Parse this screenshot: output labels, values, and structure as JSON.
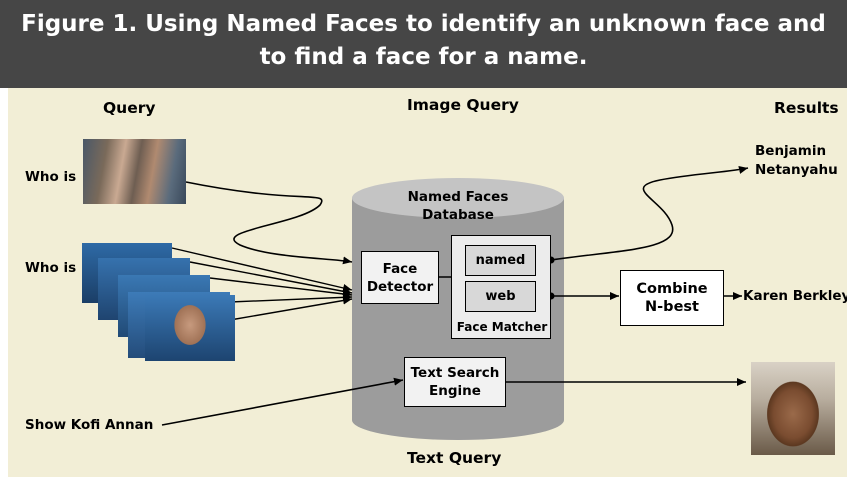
{
  "title": {
    "line1": "Figure 1.  Using Named Faces to identify an unknown face and",
    "line2": "to find a face for a name."
  },
  "headers": {
    "query": "Query",
    "image_query": "Image Query",
    "results": "Results",
    "text_query": "Text Query"
  },
  "queries": {
    "who_is_1": "Who is",
    "who_is_2": "Who is",
    "show": "Show Kofi Annan"
  },
  "database": {
    "line1": "Named Faces",
    "line2": "Database"
  },
  "boxes": {
    "face_detector_1": "Face",
    "face_detector_2": "Detector",
    "named": "named",
    "web": "web",
    "face_matcher": "Face Matcher",
    "text_search_1": "Text Search",
    "text_search_2": "Engine",
    "combine_1": "Combine",
    "combine_2": "N-best"
  },
  "results": {
    "name_1a": "Benjamin",
    "name_1b": "Netanyahu",
    "name_2": "Karen Berkley"
  }
}
